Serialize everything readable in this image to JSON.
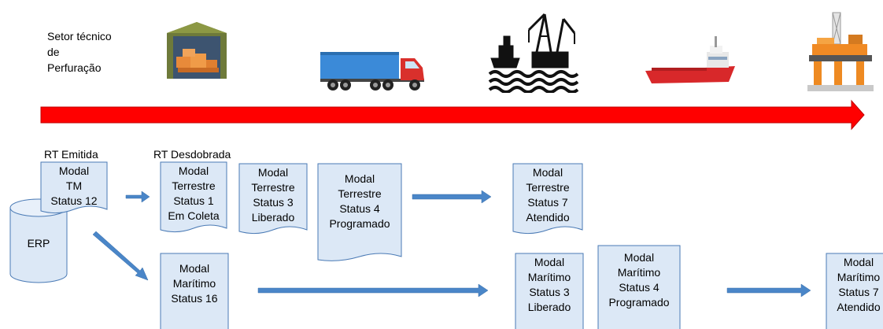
{
  "header": {
    "sector_lines": [
      "Setor técnico",
      "de",
      "Perfuração"
    ]
  },
  "icons": [
    "warehouse-icon",
    "truck-icon",
    "port-crane-icon",
    "supply-vessel-icon",
    "oil-platform-icon"
  ],
  "colors": {
    "timeline": "#ff0000",
    "doc_fill": "#dce8f6",
    "doc_stroke": "#4a7ab5",
    "flow_arrow": "#4a86c8",
    "erp_fill": "#dce8f6"
  },
  "labels": {
    "rt_emitida": "RT Emitida",
    "rt_desdobrada": "RT Desdobrada",
    "erp": "ERP"
  },
  "docs": {
    "tm": [
      "Modal",
      "TM",
      "Status 12"
    ],
    "terrestre_1": [
      "Modal",
      "Terrestre",
      "Status 1",
      "Em Coleta"
    ],
    "terrestre_3": [
      "Modal",
      "Terrestre",
      "Status 3",
      "Liberado"
    ],
    "terrestre_4": [
      "Modal",
      "Terrestre",
      "Status 4",
      "Programado"
    ],
    "terrestre_7": [
      "Modal",
      "Terrestre",
      "Status 7",
      "Atendido"
    ],
    "maritimo_16": [
      "Modal",
      "Marítimo",
      "Status  16"
    ],
    "maritimo_3": [
      "Modal",
      "Marítimo",
      "Status  3",
      "Liberado"
    ],
    "maritimo_4": [
      "Modal",
      "Marítimo",
      "Status  4",
      "Programado"
    ],
    "maritimo_7": [
      "Modal",
      "Marítimo",
      "Status  7",
      "Atendido"
    ]
  }
}
